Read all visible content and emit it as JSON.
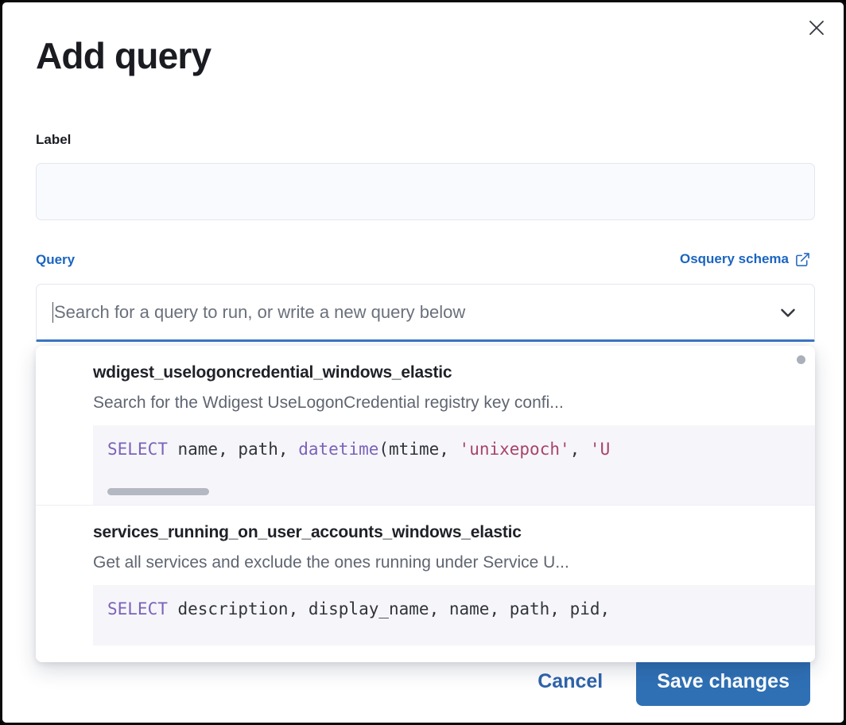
{
  "modal": {
    "title": "Add query",
    "close_icon": "close-icon"
  },
  "label_field": {
    "label": "Label",
    "value": "",
    "placeholder": ""
  },
  "query_field": {
    "label": "Query",
    "schema_link": "Osquery schema",
    "schema_link_icon": "external-link-icon",
    "combobox_placeholder": "Search for a query to run, or write a new query below",
    "combobox_value": "",
    "chevron_icon": "chevron-down-icon"
  },
  "dropdown": {
    "options": [
      {
        "title": "wdigest_uselogoncredential_windows_elastic",
        "description": "Search for the Wdigest UseLogonCredential registry key confi...",
        "code_tokens": [
          {
            "t": "SELECT",
            "c": "kw"
          },
          {
            "t": " name, path, ",
            "c": "plain"
          },
          {
            "t": "datetime",
            "c": "fn"
          },
          {
            "t": "(mtime, ",
            "c": "plain"
          },
          {
            "t": "'unixepoch'",
            "c": "str"
          },
          {
            "t": ", ",
            "c": "plain"
          },
          {
            "t": "'U",
            "c": "str"
          }
        ]
      },
      {
        "title": "services_running_on_user_accounts_windows_elastic",
        "description": "Get all services and exclude the ones running under Service U...",
        "code_tokens": [
          {
            "t": "SELECT",
            "c": "kw"
          },
          {
            "t": " description, display_name, name, path, pid,",
            "c": "plain"
          }
        ]
      }
    ]
  },
  "footer": {
    "cancel_label": "Cancel",
    "save_label": "Save changes"
  },
  "colors": {
    "accent_blue": "#2f70b5",
    "link_blue": "#1a65c0",
    "focus_underline": "#3a75c4",
    "keyword_purple": "#7b62b8",
    "string_maroon": "#a8436a",
    "code_bg": "#f6f6fa"
  }
}
